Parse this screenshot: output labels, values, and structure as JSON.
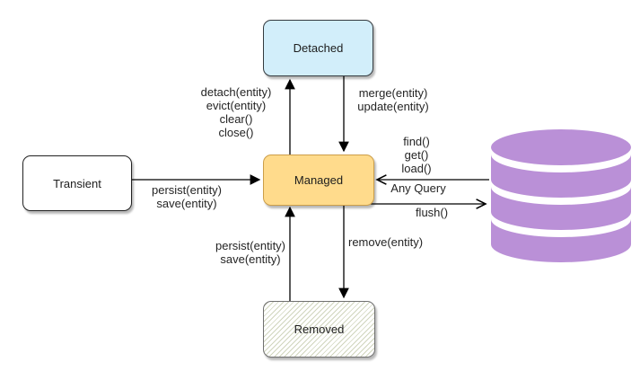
{
  "nodes": {
    "detached": {
      "label": "Detached",
      "fill": "#D2EEFA",
      "border": "#343a3e"
    },
    "transient": {
      "label": "Transient",
      "fill": "#FFFFFF",
      "border": "#222222"
    },
    "managed": {
      "label": "Managed",
      "fill": "#FFDB8C",
      "border": "#CC9E49"
    },
    "removed": {
      "label": "Removed",
      "fill": "#FFFFFF",
      "border": "#707070",
      "pattern": "diagonal-hatch",
      "hatch_color": "#d0d5bd"
    },
    "database": {
      "label": "",
      "shape": "cylinder-stack",
      "fill": "#BA90D7"
    }
  },
  "edges": {
    "managed_to_detached": {
      "from": "managed",
      "to": "detached",
      "lines": [
        "detach(entity)",
        "evict(entity)",
        "clear()",
        "close()"
      ]
    },
    "detached_to_managed": {
      "from": "detached",
      "to": "managed",
      "lines": [
        "merge(entity)",
        "update(entity)"
      ]
    },
    "transient_to_managed": {
      "from": "transient",
      "to": "managed",
      "lines": [
        "persist(entity)",
        "save(entity)"
      ]
    },
    "database_to_managed": {
      "from": "database",
      "to": "managed",
      "lines": [
        "find()",
        "get()",
        "load()"
      ],
      "below_line": "Any Query"
    },
    "managed_to_database": {
      "from": "managed",
      "to": "database",
      "lines": [
        "flush()"
      ]
    },
    "removed_to_managed": {
      "from": "removed",
      "to": "managed",
      "lines": [
        "persist(entity)",
        "save(entity)"
      ]
    },
    "managed_to_removed": {
      "from": "managed",
      "to": "removed",
      "lines": [
        "remove(entity)"
      ]
    }
  },
  "colors": {
    "arrow": "#000000",
    "label_text": "#242424",
    "background": "#ffffff"
  }
}
